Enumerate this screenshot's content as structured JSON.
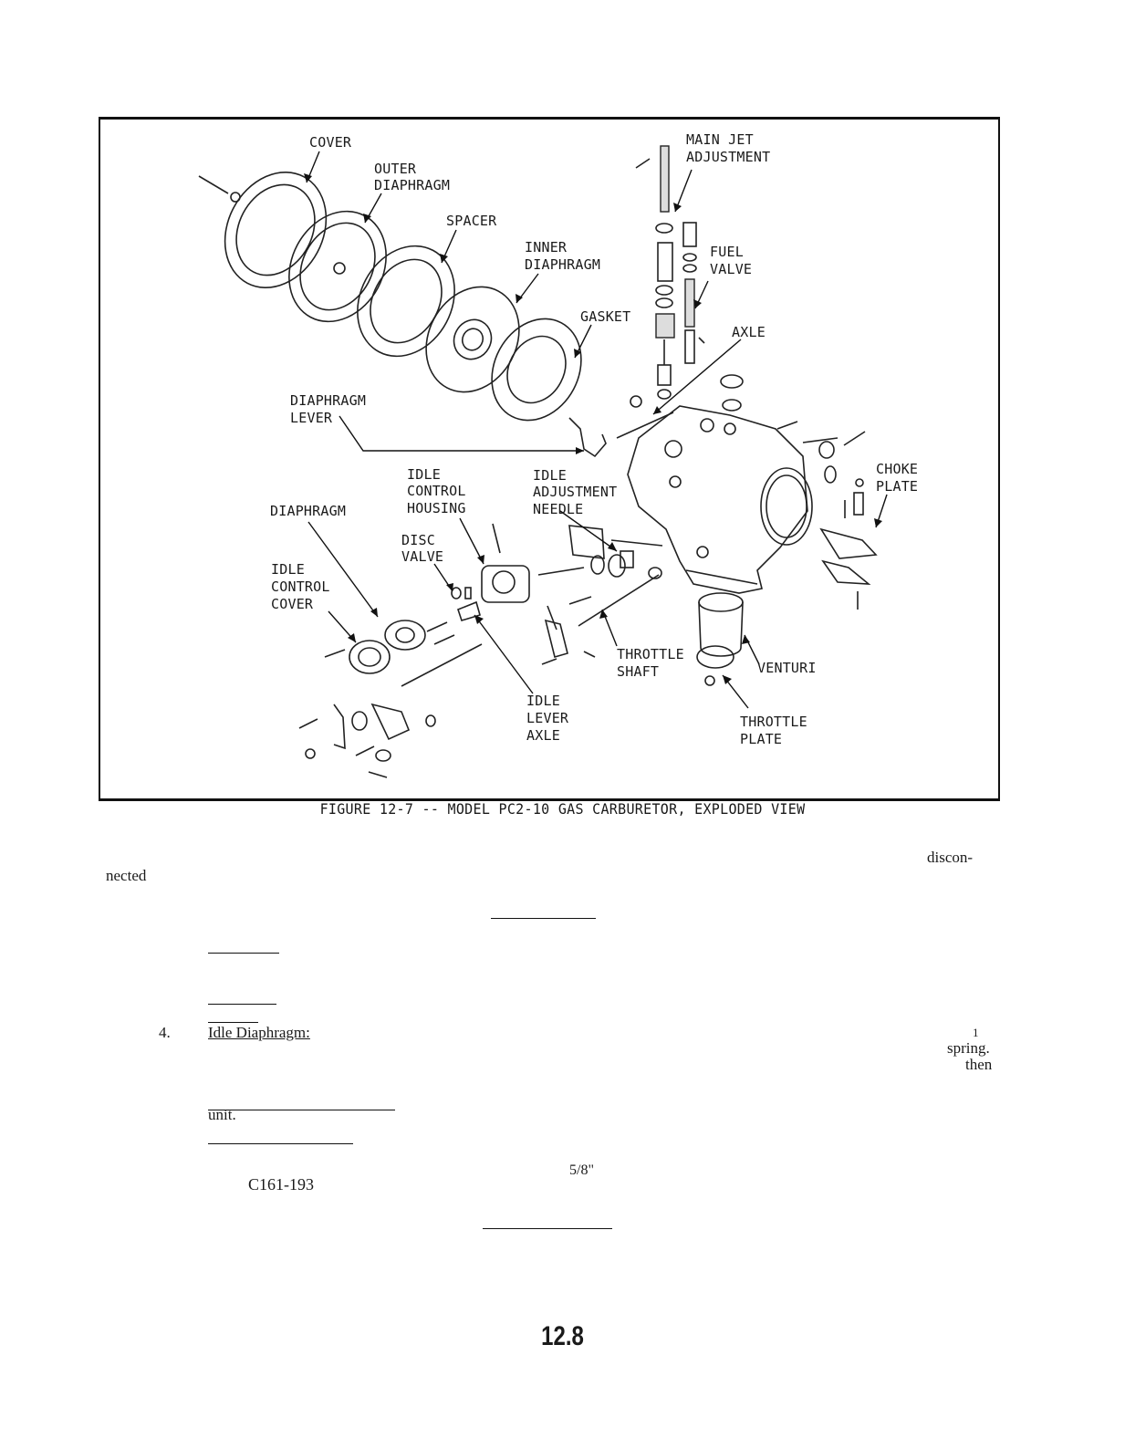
{
  "figure": {
    "labels": {
      "cover": "COVER",
      "outer_diaphragm_1": "OUTER",
      "outer_diaphragm_2": "DIAPHRAGM",
      "spacer": "SPACER",
      "inner_diaphragm_1": "INNER",
      "inner_diaphragm_2": "DIAPHRAGM",
      "gasket": "GASKET",
      "main_jet_1": "MAIN JET",
      "main_jet_2": "ADJUSTMENT",
      "fuel_valve_1": "FUEL",
      "fuel_valve_2": "VALVE",
      "axle": "AXLE",
      "diaphragm_lever_1": "DIAPHRAGM",
      "diaphragm_lever_2": "LEVER",
      "idle_control_housing_1": "IDLE",
      "idle_control_housing_2": "CONTROL",
      "idle_control_housing_3": "HOUSING",
      "idle_adjustment_needle_1": "IDLE",
      "idle_adjustment_needle_2": "ADJUSTMENT",
      "idle_adjustment_needle_3": "NEEDLE",
      "choke_plate_1": "CHOKE",
      "choke_plate_2": "PLATE",
      "diaphragm": "DIAPHRAGM",
      "disc_valve_1": "DISC",
      "disc_valve_2": "VALVE",
      "idle_control_cover_1": "IDLE",
      "idle_control_cover_2": "CONTROL",
      "idle_control_cover_3": "COVER",
      "throttle_shaft_1": "THROTTLE",
      "throttle_shaft_2": "SHAFT",
      "venturi": "VENTURI",
      "idle_lever_axle_1": "IDLE",
      "idle_lever_axle_2": "LEVER",
      "idle_lever_axle_3": "AXLE",
      "throttle_plate_1": "THROTTLE",
      "throttle_plate_2": "PLATE"
    },
    "caption": "FIGURE 12-7 -- MODEL PC2-10 GAS CARBURETOR, EXPLODED VIEW"
  },
  "body_text": {
    "fragment_discon": "discon-",
    "fragment_nected": "nected",
    "item_number": "4.",
    "item_heading": "Idle Diaphragm:",
    "fragment_1": "1",
    "fragment_spring": "spring.",
    "fragment_then": "then",
    "fragment_unit": "unit.",
    "fragment_size": "5/8\"",
    "fragment_part_no": "C161-193"
  },
  "page_number": "12.8"
}
